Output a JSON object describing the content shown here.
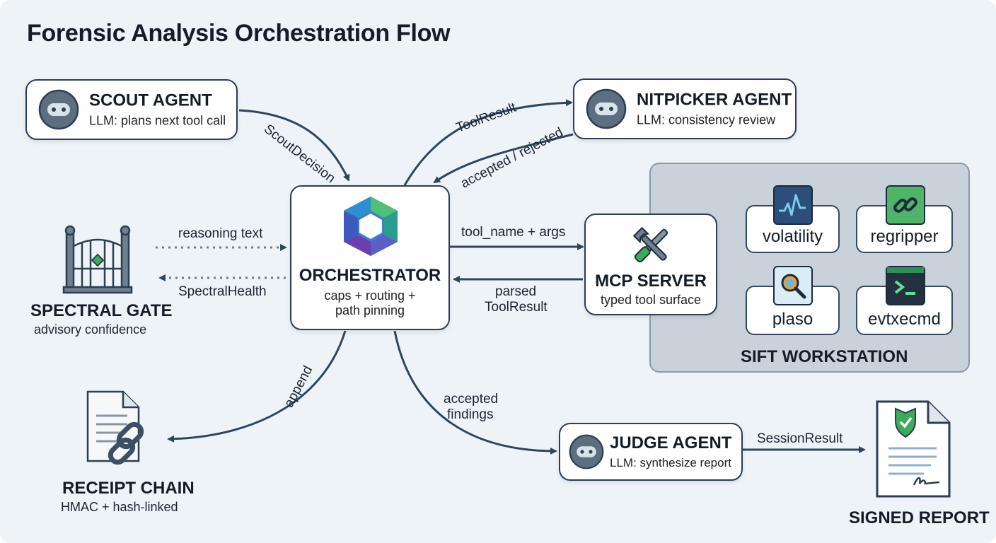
{
  "title": "Forensic Analysis Orchestration Flow",
  "colors": {
    "background": "#eef3f8",
    "stroke": "#2c3e50",
    "sift_panel": "#c9d1da",
    "accent_green": "#4caf50",
    "accent_blue": "#2f5b8c"
  },
  "nodes": {
    "scout": {
      "title": "SCOUT AGENT",
      "subtitle": "LLM: plans next tool call",
      "icon": "robot-face-icon"
    },
    "nitpicker": {
      "title": "NITPICKER AGENT",
      "subtitle": "LLM: consistency review",
      "icon": "robot-face-icon"
    },
    "orchestrator": {
      "title": "ORCHESTRATOR",
      "line1": "caps + routing +",
      "line2": "path pinning",
      "icon": "hexagon-logo-icon"
    },
    "spectral_gate": {
      "title": "SPECTRAL GATE",
      "subtitle": "advisory confidence",
      "icon": "gate-icon"
    },
    "mcp_server": {
      "title": "MCP SERVER",
      "subtitle": "typed tool surface",
      "icon": "wrench-screwdriver-icon"
    },
    "receipt_chain": {
      "title": "RECEIPT CHAIN",
      "subtitle": "HMAC + hash-linked",
      "icon": "document-chain-icon"
    },
    "judge": {
      "title": "JUDGE AGENT",
      "subtitle": "LLM: synthesize report",
      "icon": "robot-face-icon"
    },
    "signed_report": {
      "title": "SIGNED REPORT",
      "icon": "signed-document-icon"
    }
  },
  "sift": {
    "label": "SIFT WORKSTATION",
    "tools": [
      {
        "name": "volatility",
        "icon": "waveform-icon"
      },
      {
        "name": "regripper",
        "icon": "chain-link-icon"
      },
      {
        "name": "plaso",
        "icon": "magnifier-icon"
      },
      {
        "name": "evtxecmd",
        "icon": "terminal-icon"
      }
    ]
  },
  "edges": {
    "scout_decision": "ScoutDecision",
    "tool_result": "ToolResult",
    "accepted_rejected": "accepted / rejected",
    "reasoning_text": "reasoning text",
    "spectral_health": "SpectralHealth",
    "tool_name_args": "tool_name + args",
    "parsed_line1": "parsed",
    "parsed_line2": "ToolResult",
    "append": "append",
    "accepted_findings_line1": "accepted",
    "accepted_findings_line2": "findings",
    "session_result": "SessionResult"
  }
}
